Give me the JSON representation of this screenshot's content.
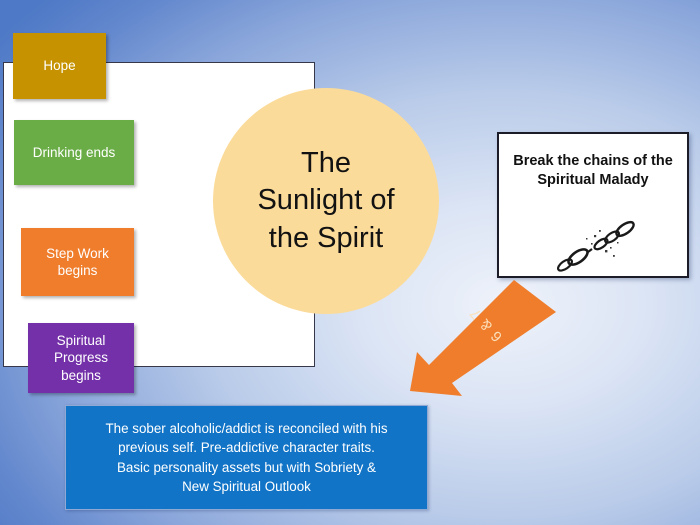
{
  "slide": {
    "background_color_center": "#eef2fa",
    "background_color_edge": "#4e79c6"
  },
  "white_panel": {
    "name": "process-panel"
  },
  "stages": [
    {
      "id": "hope",
      "label": "Hope",
      "color": "#c69200"
    },
    {
      "id": "drinking",
      "label": "Drinking ends",
      "color": "#6aad47"
    },
    {
      "id": "step_work",
      "label": "Step Work\nbegins",
      "color": "#ef7d2c"
    },
    {
      "id": "spiritual",
      "label": "Spiritual\nProgress\nbegins",
      "color": "#7330a8"
    }
  ],
  "circle": {
    "title": "The Sunlight of the Spirit",
    "line1": "The",
    "line2": "Sunlight of",
    "line3": "the Spirit",
    "color": "#fbdb9a"
  },
  "chains_card": {
    "line1": "Break the chains of the",
    "line2": "Spiritual Malady",
    "image_name": "broken-chain-image"
  },
  "arrow": {
    "label": "6 & 7",
    "color": "#ef7d2c",
    "direction": "down-left"
  },
  "description": {
    "line1": "The sober alcoholic/addict is reconciled with his",
    "line2": "previous self. Pre-addictive character traits.",
    "line3": "Basic personality assets but with  Sobriety &",
    "line4": "New Spiritual Outlook",
    "color": "#1274c6"
  }
}
